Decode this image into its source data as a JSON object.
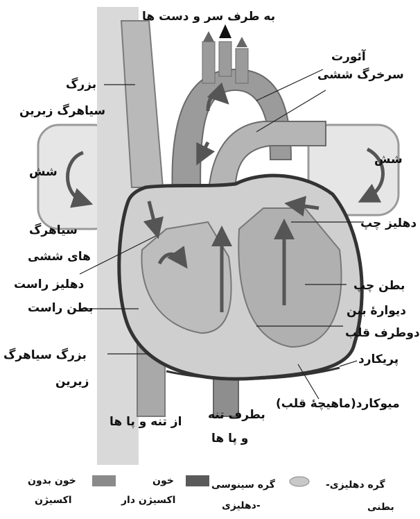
{
  "labels": {
    "top": "به طرف سر و دست ها",
    "aorta": "آئورت",
    "pulmonary_artery": "سرخرگ ششی",
    "sup_vena_cava_1": "بزرگ",
    "sup_vena_cava_2": "سیاهرگ زبرین",
    "lung_left": "شش",
    "lung_right": "شش",
    "pulm_veins_1": "سیاهرگ",
    "pulm_veins_2": "های ششی",
    "left_atrium": "دهلیز چپ",
    "right_atrium": "دهلیز راست",
    "right_ventricle": "بطن راست",
    "left_ventricle": "بطن چپ",
    "septum_1": "دیوارهٔ بین",
    "septum_2": "دوطرف قلب",
    "pericardium": "پریکارد",
    "myocardium": "میوکارد(ماهیچهٔ قلب)",
    "inf_vena_cava_1": "بزرگ سیاهرگ",
    "inf_vena_cava_2": "زیرین",
    "from_trunk": "از تنه و پا ها",
    "to_trunk_1": "بطرف تنه",
    "to_trunk_2": "و پا ها"
  },
  "legend": {
    "deoxygenated_1": "خون بدون",
    "deoxygenated_2": "اکسیژن",
    "oxygenated_1": "خون",
    "oxygenated_2": "اکسیژن دار",
    "sa_node_1": "گره سینوسی",
    "sa_node_2": "-دهلیزی",
    "av_node_1": "گره دهلیزی-",
    "av_node_2": "بطنی"
  },
  "colors": {
    "deoxygenated": "#8a8a8a",
    "oxygenated": "#5a5a5a",
    "node": "#c8c8c8"
  }
}
